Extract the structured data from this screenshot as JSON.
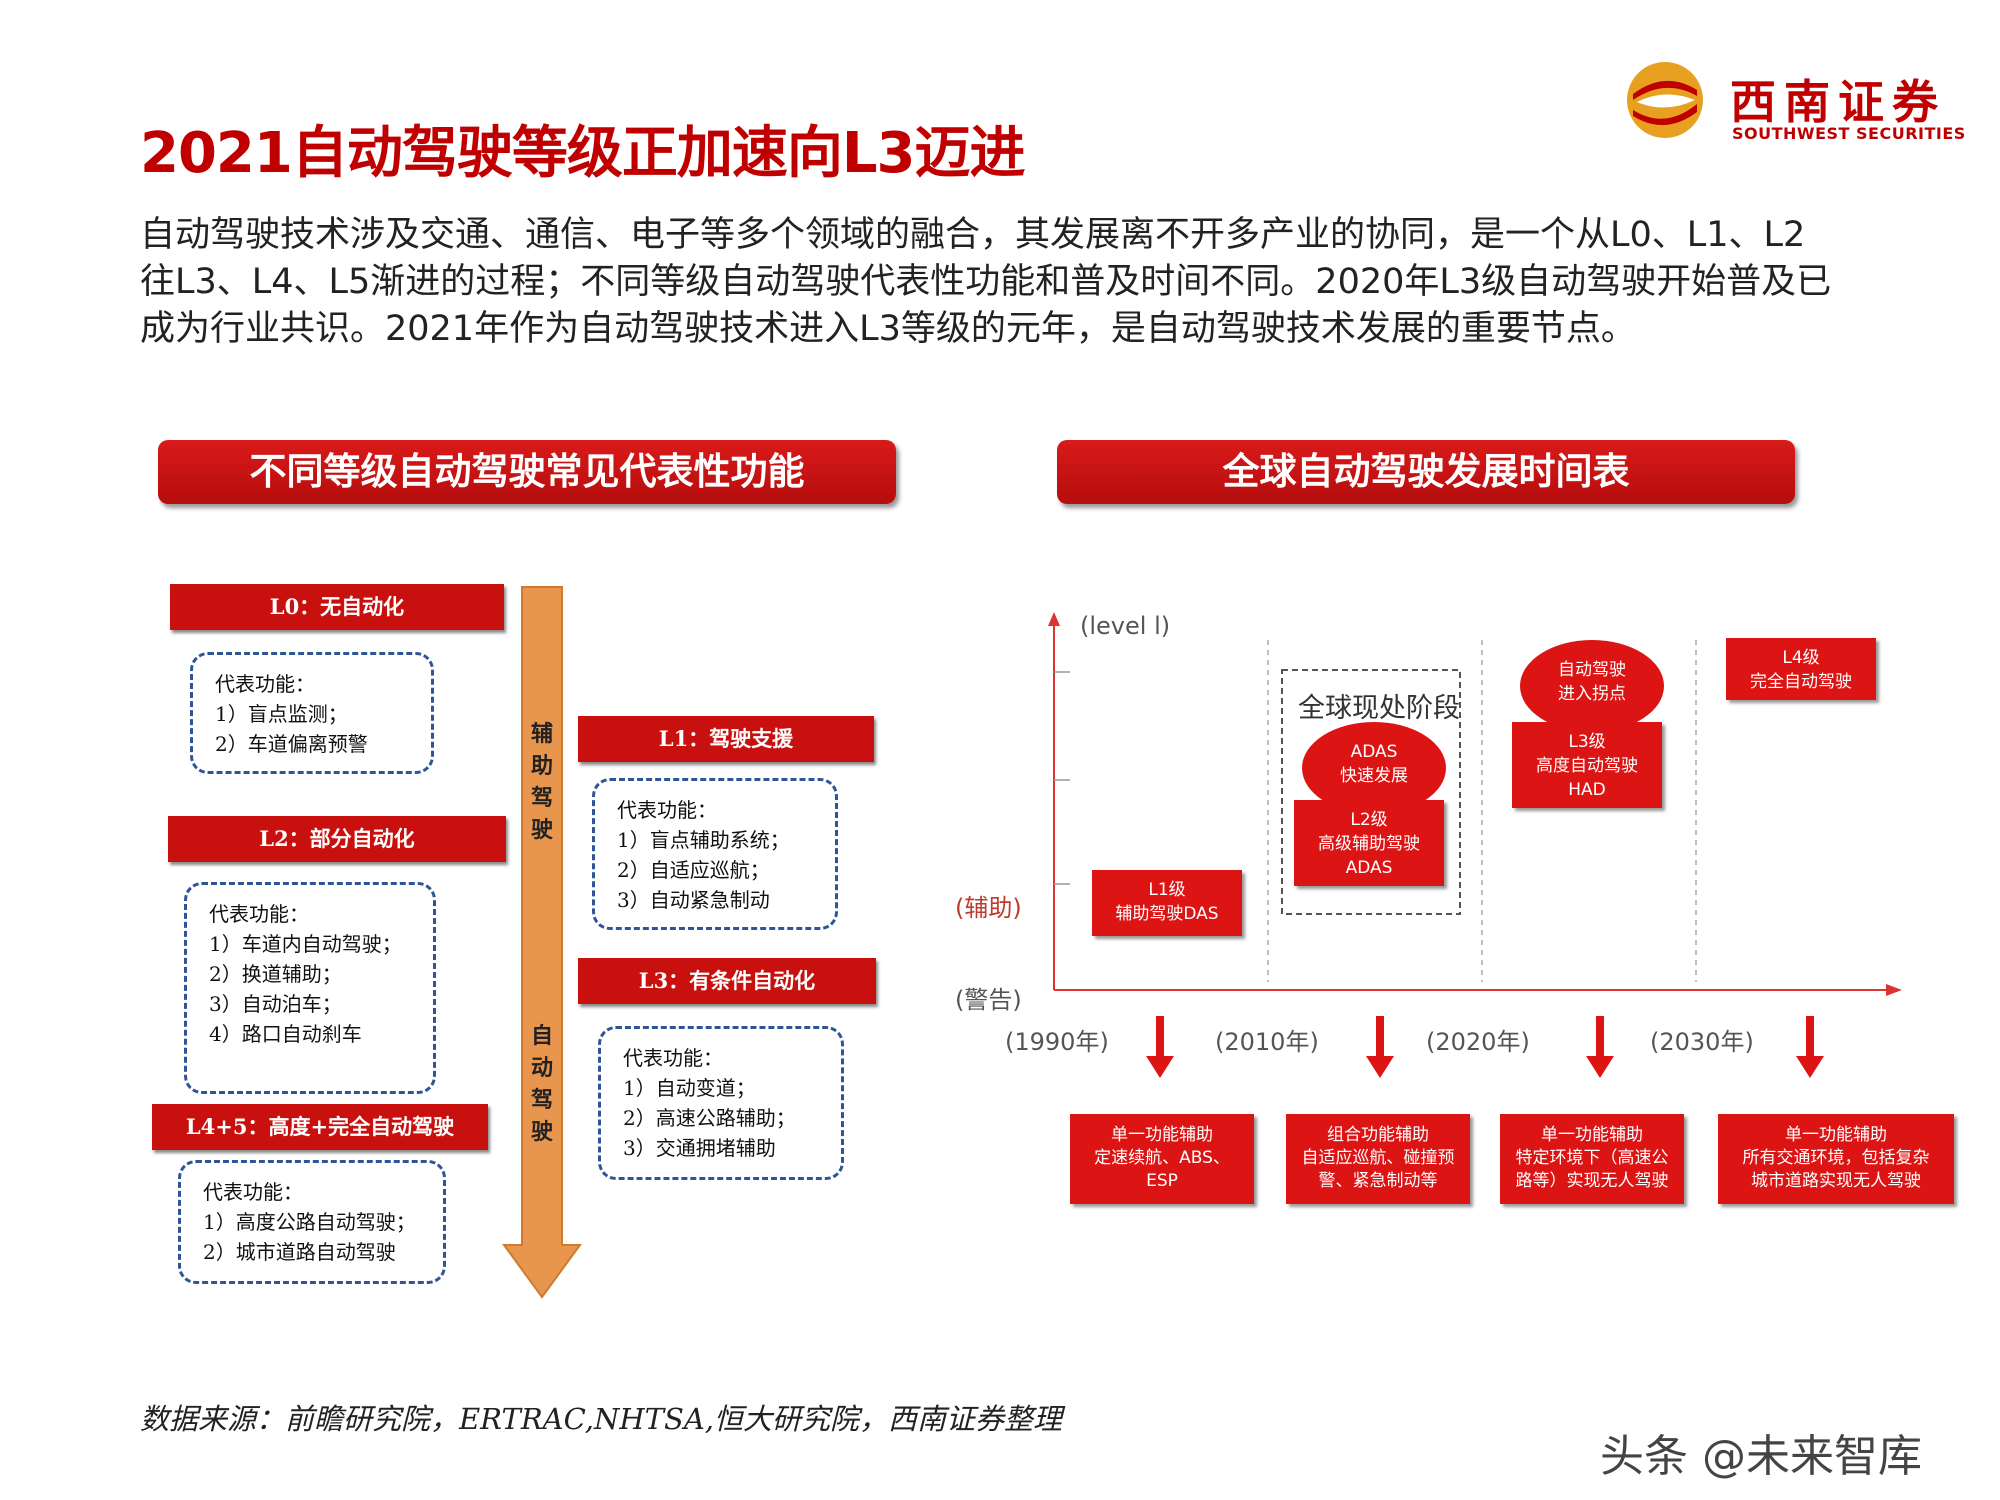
{
  "title": "2021自动驾驶等级正加速向L3迈进",
  "intro": "自动驾驶技术涉及交通、通信、电子等多个领域的融合，其发展离不开多产业的协同，是一个从L0、L1、L2往L3、L4、L5渐进的过程；不同等级自动驾驶代表性功能和普及时间不同。2020年L3级自动驾驶开始普及已成为行业共识。2021年作为自动驾驶技术进入L3等级的元年，是自动驾驶技术发展的重要节点。",
  "logo": {
    "cn": "西南证券",
    "en": "SOUTHWEST SECURITIES"
  },
  "left_panel": {
    "banner": "不同等级自动驾驶常见代表性功能",
    "arrow_top_label": [
      "辅",
      "助",
      "驾",
      "驶"
    ],
    "arrow_bottom_label": [
      "自",
      "动",
      "驾",
      "驶"
    ],
    "levels": [
      {
        "title": "L0：无自动化",
        "features_title": "代表功能：",
        "features": [
          "1）盲点监测；",
          "2）车道偏离预警"
        ]
      },
      {
        "title": "L1：驾驶支援",
        "features_title": "代表功能：",
        "features": [
          "1）盲点辅助系统；",
          "2）自适应巡航；",
          "3）自动紧急制动"
        ]
      },
      {
        "title": "L2：部分自动化",
        "features_title": "代表功能：",
        "features": [
          "1）车道内自动驾驶；",
          "2）换道辅助；",
          "3）自动泊车；",
          "4）路口自动刹车"
        ]
      },
      {
        "title": "L3：有条件自动化",
        "features_title": "代表功能：",
        "features": [
          "1）自动变道；",
          "2）高速公路辅助；",
          "3）交通拥堵辅助"
        ]
      },
      {
        "title": "L4+5：高度+完全自动驾驶",
        "features_title": "代表功能：",
        "features": [
          "1）高度公路自动驾驶；",
          "2）城市道路自动驾驶"
        ]
      }
    ]
  },
  "right_panel": {
    "banner": "全球自动驾驶发展时间表",
    "y_axis_top": "(level l)",
    "y_axis_mid": "(辅助)",
    "y_axis_bottom": "(警告)",
    "x_labels": [
      "(1990年)",
      "(2010年)",
      "(2020年)",
      "(2030年)"
    ],
    "current_stage_label": "全球现处阶段",
    "bubbles": [
      {
        "lines": [
          "ADAS",
          "快速发展"
        ]
      },
      {
        "lines": [
          "自动驾驶",
          "进入拐点"
        ]
      }
    ],
    "level_boxes": [
      {
        "lines": [
          "L1级",
          "辅助驾驶DAS"
        ]
      },
      {
        "lines": [
          "L2级",
          "高级辅助驾驶",
          "ADAS"
        ]
      },
      {
        "lines": [
          "L3级",
          "高度自动驾驶",
          "HAD"
        ]
      },
      {
        "lines": [
          "L4级",
          "完全自动驾驶"
        ]
      }
    ],
    "bottom_boxes": [
      {
        "lines": [
          "单一功能辅助",
          "定速续航、ABS、",
          "ESP"
        ]
      },
      {
        "lines": [
          "组合功能辅助",
          "自适应巡航、碰撞预",
          "警、紧急制动等"
        ]
      },
      {
        "lines": [
          "单一功能辅助",
          "特定环境下（高速公",
          "路等）实现无人驾驶"
        ]
      },
      {
        "lines": [
          "单一功能辅助",
          "所有交通环境，包括复杂",
          "城市道路实现无人驾驶"
        ]
      }
    ]
  },
  "source": "数据来源：前瞻研究院，ERTRAC,NHTSA,恒大研究院，西南证券整理",
  "watermark": "头条 @未来智库",
  "colors": {
    "accent": "#c00000",
    "box_red": "#dd1414",
    "arrow_orange": "#e8964e",
    "dash_blue": "#2f5597"
  }
}
